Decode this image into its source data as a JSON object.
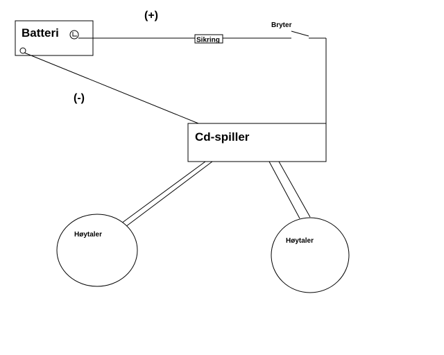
{
  "battery": {
    "label": "Batteri"
  },
  "positive": {
    "label": "(+)"
  },
  "negative": {
    "label": "(-)"
  },
  "fuse": {
    "label": "Sikring"
  },
  "switch": {
    "label": "Bryter"
  },
  "cd_player": {
    "label": "Cd-spiller"
  },
  "speakers": [
    {
      "label": "Høytaler"
    },
    {
      "label": "Høytaler"
    }
  ]
}
